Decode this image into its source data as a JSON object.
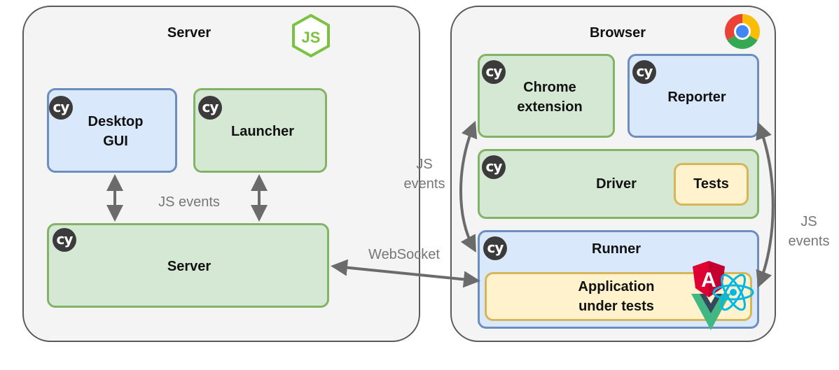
{
  "server_panel": {
    "title": "Server",
    "desktop_gui": "Desktop\nGUI",
    "launcher": "Launcher",
    "server": "Server",
    "js_events": "JS events"
  },
  "browser_panel": {
    "title": "Browser",
    "chrome_extension": "Chrome\nextension",
    "reporter": "Reporter",
    "driver": "Driver",
    "tests": "Tests",
    "runner": "Runner",
    "application": "Application\nunder tests"
  },
  "labels": {
    "websocket": "WebSocket",
    "js_events_left": "JS\nevents",
    "js_events_right": "JS\nevents"
  },
  "badge_text": "cy",
  "logo_text": {
    "nodejs": "JS",
    "angular": "A"
  },
  "icons": [
    "cypress-icon",
    "nodejs-icon",
    "chrome-icon",
    "angular-icon",
    "react-icon",
    "vue-icon"
  ],
  "colors": {
    "green_fill": "#d5e8d4",
    "green_border": "#82b366",
    "blue_fill": "#dae8fc",
    "blue_border": "#6c8ebf",
    "yellow_fill": "#fff2cc",
    "yellow_border": "#d6b656",
    "arrow": "#6b6b6b"
  }
}
